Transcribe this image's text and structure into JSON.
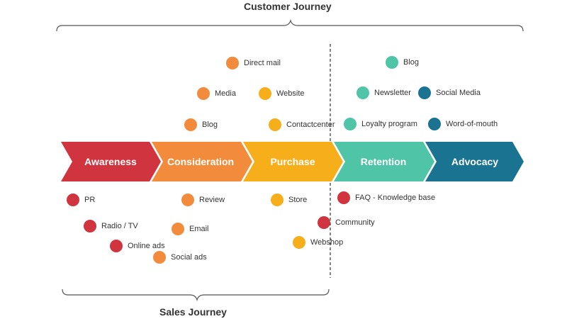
{
  "titles": {
    "customer_journey": "Customer Journey",
    "sales_journey": "Sales Journey"
  },
  "colors": {
    "awareness": "#D0343E",
    "consideration": "#F28C3C",
    "purchase": "#F7AE1B",
    "retention": "#4FC4A6",
    "advocacy": "#1A7390"
  },
  "stages": [
    {
      "label": "Awareness",
      "color": "#D0343E"
    },
    {
      "label": "Consideration",
      "color": "#F28C3C"
    },
    {
      "label": "Purchase",
      "color": "#F7AE1B"
    },
    {
      "label": "Retention",
      "color": "#4FC4A6"
    },
    {
      "label": "Advocacy",
      "color": "#1A7390"
    }
  ],
  "touchpoints": {
    "direct_mail": "Direct mail",
    "media": "Media",
    "website": "Website",
    "blog_consideration": "Blog",
    "contactcenter": "Contactcenter",
    "blog_retention": "Blog",
    "newsletter": "Newsletter",
    "social_media": "Social Media",
    "loyalty_program": "Loyalty program",
    "word_of_mouth": "Word-of-mouth",
    "pr": "PR",
    "radio_tv": "Radio / TV",
    "online_ads": "Online ads",
    "review": "Review",
    "email": "Email",
    "social_ads": "Social ads",
    "store": "Store",
    "webshop": "Webshop",
    "faq": "FAQ - Knowledge base",
    "community": "Community"
  }
}
